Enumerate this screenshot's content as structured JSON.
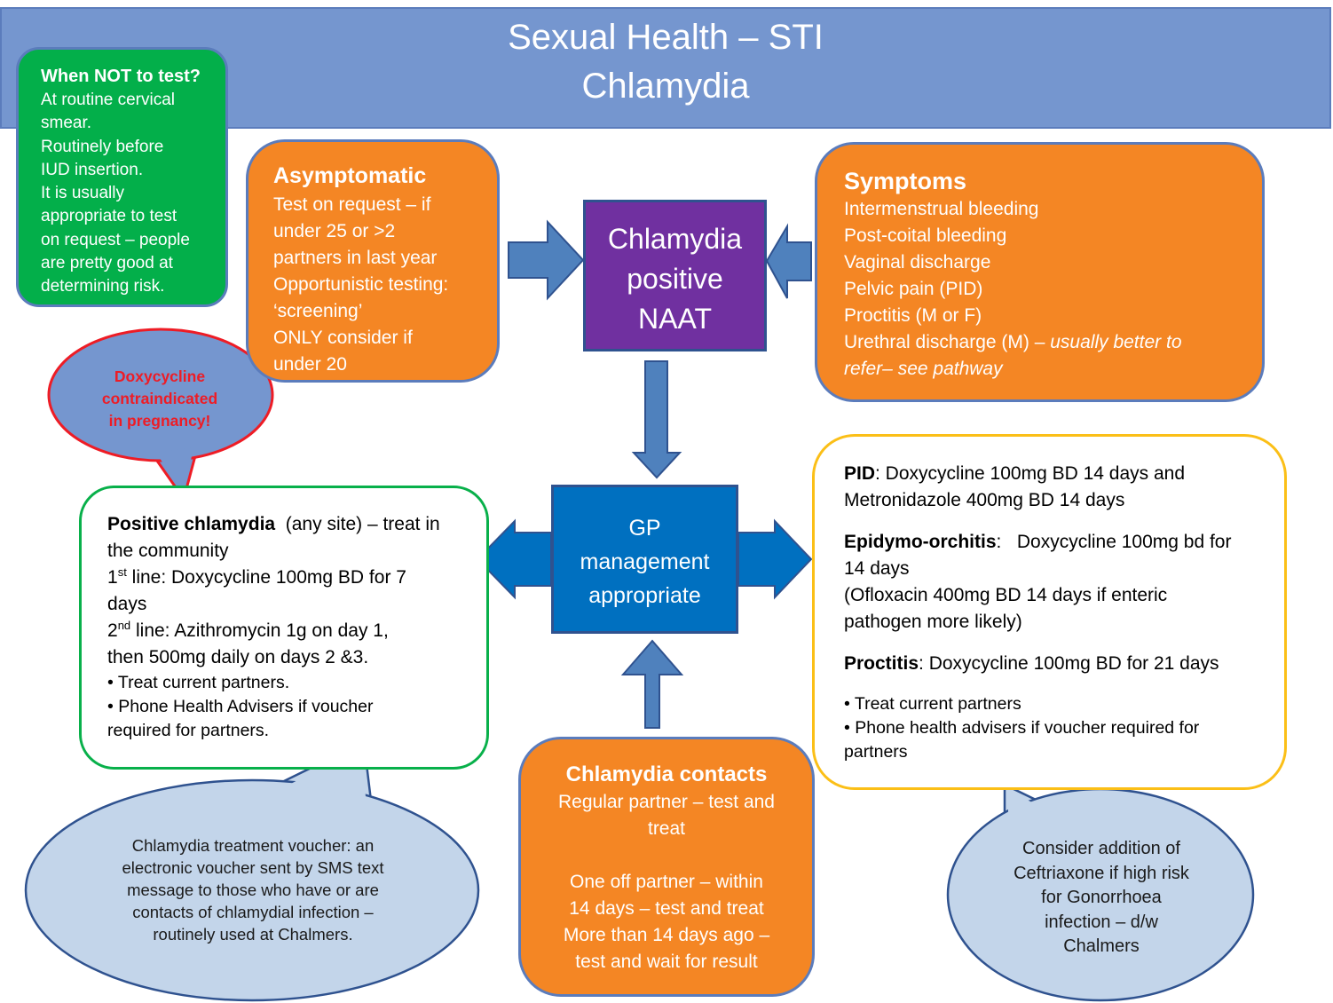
{
  "title": {
    "line1": "Sexual Health – STI",
    "line2": "Chlamydia"
  },
  "when_not_to_test": {
    "heading": "When NOT to test?",
    "lines": [
      "At routine cervical",
      "smear.",
      "Routinely before",
      "IUD insertion.",
      "It is usually",
      "appropriate to test",
      "on request – people",
      "are pretty good at",
      "determining risk."
    ]
  },
  "asymptomatic": {
    "heading": "Asymptomatic",
    "lines": [
      "Test on request – if",
      "under 25 or >2",
      "partners in last year",
      "Opportunistic testing:",
      "‘screening’",
      "ONLY consider if",
      "under 20"
    ]
  },
  "symptoms": {
    "heading": "Symptoms",
    "lines": [
      "Intermenstrual bleeding",
      "Post-coital bleeding",
      "Vaginal discharge",
      "Pelvic pain (PID)",
      "Proctitis (M or F)"
    ],
    "urethral": "Urethral discharge (M) – ",
    "urethral_italic": "usually better to",
    "urethral_italic_2": "refer– see pathway"
  },
  "naat": {
    "lines": [
      "Chlamydia",
      "positive",
      "NAAT"
    ]
  },
  "gp": {
    "lines": [
      "GP",
      "management",
      "appropriate"
    ]
  },
  "doxy_warning": {
    "lines": [
      "Doxycycline",
      "contraindicated",
      "in pregnancy!"
    ]
  },
  "positive": {
    "heading": "Positive chlamydia",
    "heading_rest": "  (any site) – treat in",
    "line2": "the community",
    "first_pre": "1",
    "first_sup": "st",
    "first_text": " line: Doxycycline 100mg BD for 7",
    "first_cont": "days",
    "second_pre": "2",
    "second_sup": "nd",
    "second_text": " line: Azithromycin 1g on day 1,",
    "second_cont": "then 500mg daily on days 2 &3.",
    "bullet1": "•  Treat current partners.",
    "bullet2": "•  Phone Health Advisers if voucher",
    "bullet2_cont": "required for partners."
  },
  "treatment": {
    "pid_label": "PID",
    "pid_text": ": Doxycycline 100mg BD 14 days and",
    "pid_cont": "Metronidazole 400mg BD 14 days",
    "epi_label": "Epidymo-orchitis",
    "epi_text": ":   Doxycycline 100mg bd for",
    "epi_cont1": "14 days",
    "epi_cont2": "(Ofloxacin 400mg BD 14 days if enteric",
    "epi_cont3": "pathogen more likely)",
    "proc_label": "Proctitis",
    "proc_text": ": Doxycycline 100mg BD for 21 days",
    "bullet1": "•  Treat current partners",
    "bullet2": "•  Phone health advisers if voucher required for",
    "bullet2_cont": "partners"
  },
  "contacts": {
    "heading": "Chlamydia contacts",
    "lines": [
      "Regular partner – test and",
      "treat",
      "",
      "One off partner – within",
      "14 days – test and treat",
      "More than 14 days ago –",
      "test and wait for result"
    ]
  },
  "voucher": {
    "lines": [
      "Chlamydia treatment voucher: an",
      "electronic voucher sent by SMS text",
      "message to those who have or are",
      "contacts of chlamydial infection –",
      "routinely used at Chalmers."
    ]
  },
  "ceftriaxone": {
    "lines": [
      "Consider addition of",
      "Ceftriaxone if high risk",
      "for Gonorrhoea",
      "infection – d/w",
      "Chalmers"
    ]
  },
  "colors": {
    "title": "#7596cf",
    "orange": "#f48624",
    "green": "#03af4a",
    "purple": "#7030a0",
    "blue": "#0070c0",
    "callout": "#c3d5ea",
    "arrow": "#4f81bd"
  }
}
